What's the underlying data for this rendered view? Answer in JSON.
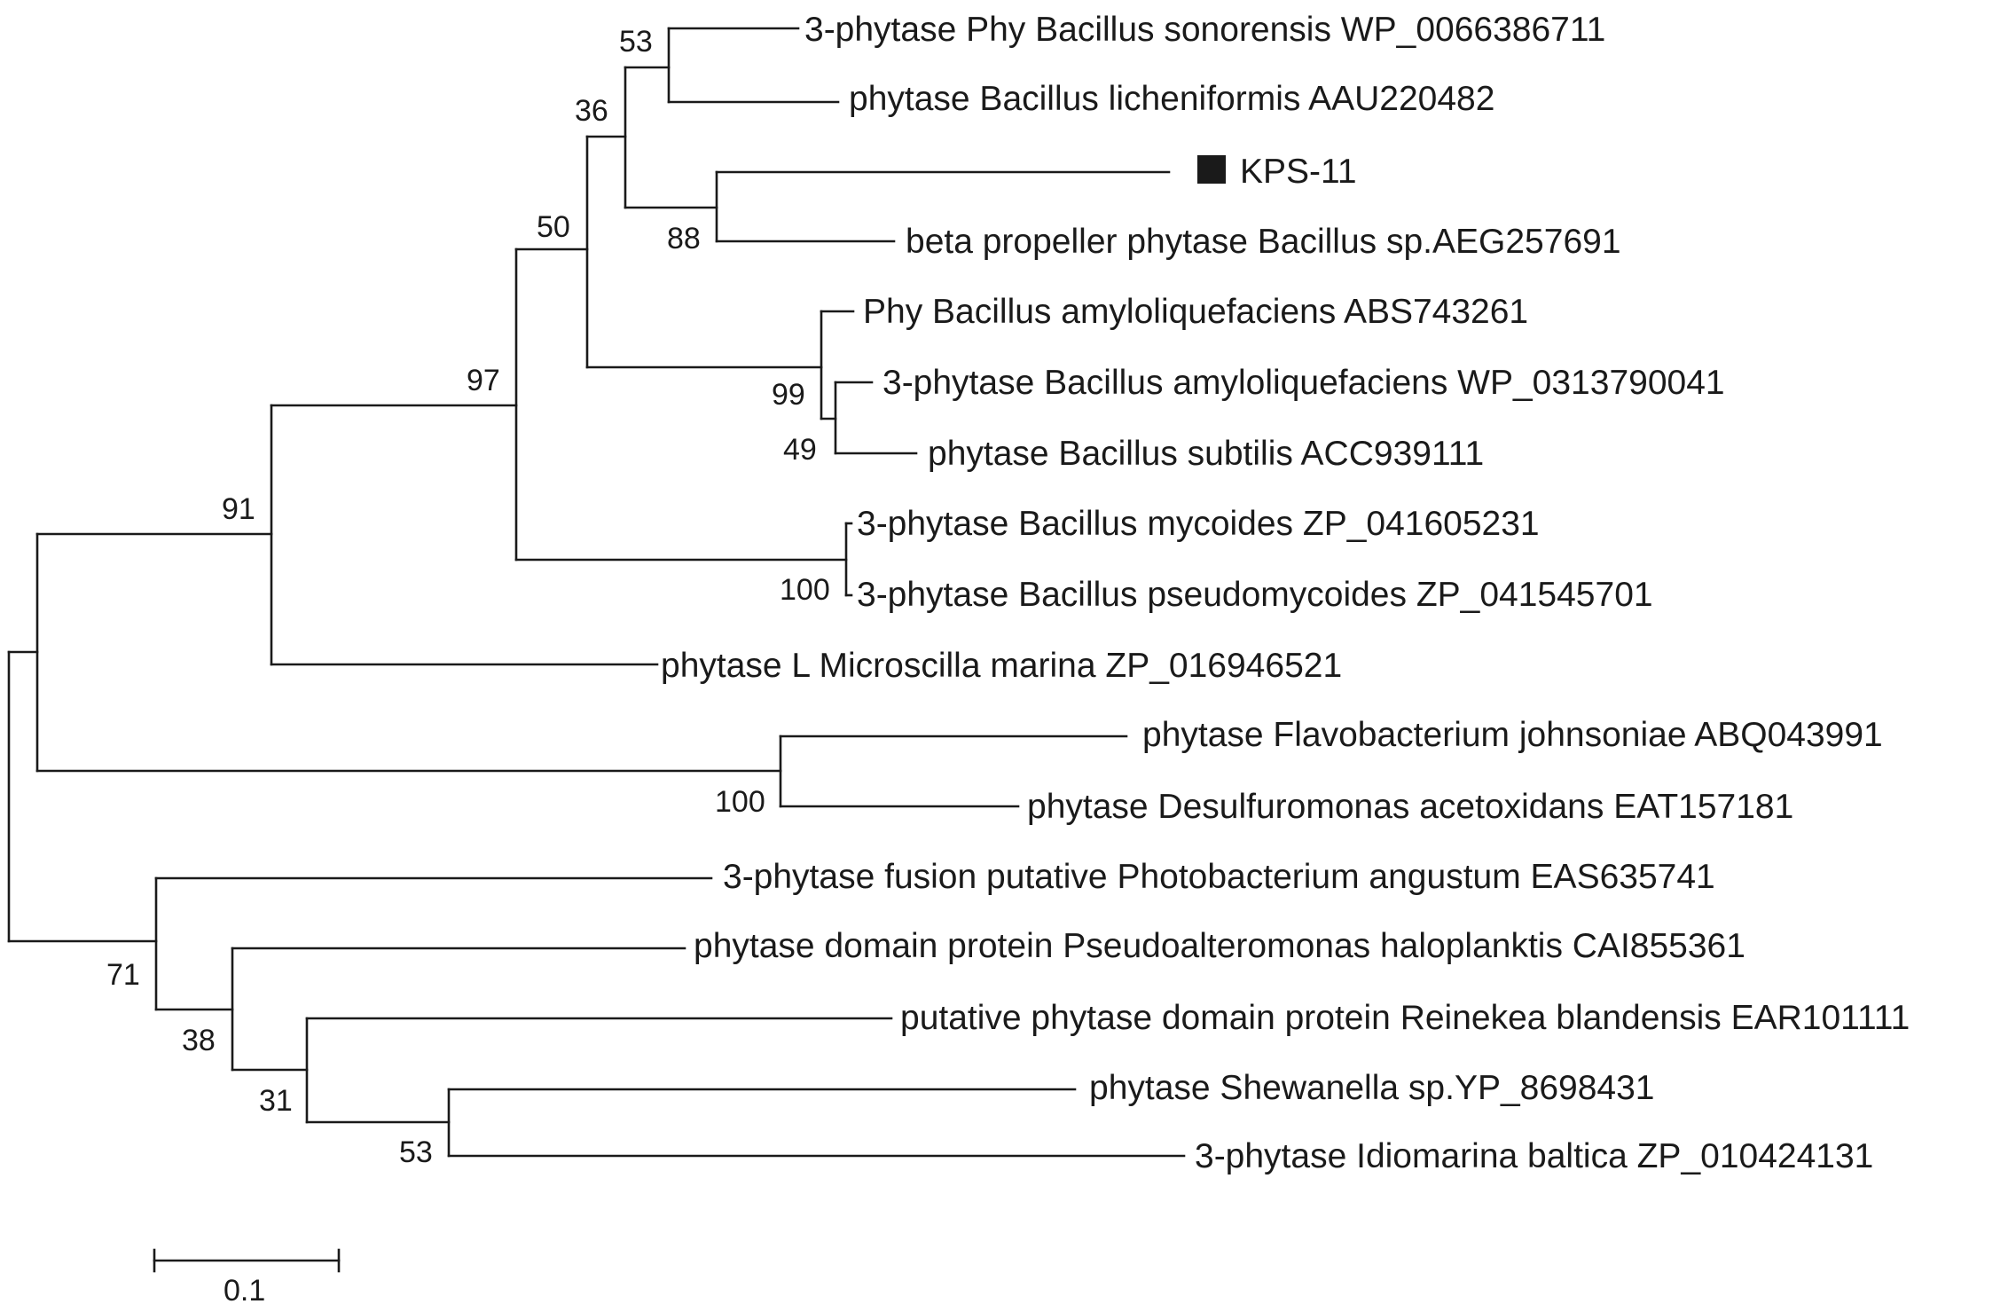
{
  "tree": {
    "taxa": [
      {
        "id": "t1",
        "label": "3-phytase Phy Bacillus sonorensis WP_0066386711"
      },
      {
        "id": "t2",
        "label": "phytase Bacillus licheniformis AAU220482"
      },
      {
        "id": "t3",
        "label": "KPS-11",
        "marker": "filled-square"
      },
      {
        "id": "t4",
        "label": "beta propeller phytase Bacillus sp.AEG257691"
      },
      {
        "id": "t5",
        "label": "Phy Bacillus amyloliquefaciens ABS743261"
      },
      {
        "id": "t6",
        "label": "3-phytase Bacillus amyloliquefaciens WP_0313790041"
      },
      {
        "id": "t7",
        "label": "phytase Bacillus subtilis ACC939111"
      },
      {
        "id": "t8",
        "label": "3-phytase Bacillus mycoides ZP_041605231"
      },
      {
        "id": "t9",
        "label": "3-phytase Bacillus pseudomycoides ZP_041545701"
      },
      {
        "id": "t10",
        "label": "phytase L Microscilla marina ZP_016946521"
      },
      {
        "id": "t11",
        "label": "phytase Flavobacterium johnsoniae ABQ043991"
      },
      {
        "id": "t12",
        "label": "phytase Desulfuromonas acetoxidans EAT157181"
      },
      {
        "id": "t13",
        "label": "3-phytase fusion putative Photobacterium angustum EAS635741"
      },
      {
        "id": "t14",
        "label": "phytase domain protein Pseudoalteromonas haloplanktis CAI855361"
      },
      {
        "id": "t15",
        "label": "putative phytase domain protein Reinekea blandensis EAR101111"
      },
      {
        "id": "t16",
        "label": "phytase Shewanella sp.YP_8698431"
      },
      {
        "id": "t17",
        "label": "3-phytase Idiomarina baltica ZP_010424131"
      }
    ],
    "bootstrap": [
      {
        "node": "t1+t2",
        "value": "53"
      },
      {
        "node": "t1-t4",
        "value": "36"
      },
      {
        "node": "t3+t4",
        "value": "88"
      },
      {
        "node": "t1-t7",
        "value": "50"
      },
      {
        "node": "t5-t7",
        "value": "99"
      },
      {
        "node": "t6+t7",
        "value": "49"
      },
      {
        "node": "t1-t9",
        "value": "97"
      },
      {
        "node": "t8+t9",
        "value": "100"
      },
      {
        "node": "t1-t10",
        "value": "91"
      },
      {
        "node": "t11+t12",
        "value": "100"
      },
      {
        "node": "t13-t17",
        "value": "71"
      },
      {
        "node": "t14-t17",
        "value": "38"
      },
      {
        "node": "t15-t17",
        "value": "31"
      },
      {
        "node": "t16+t17",
        "value": "53"
      }
    ],
    "scale_bar": {
      "label": "0.1",
      "length": 0.1
    }
  }
}
